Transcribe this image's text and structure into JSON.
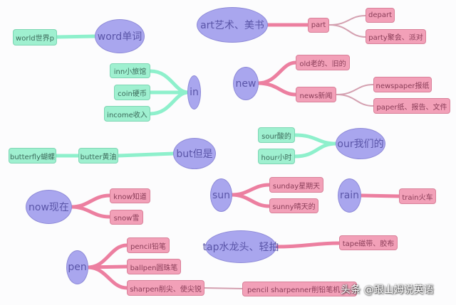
{
  "colors": {
    "topic": "#a9a6ee",
    "green_node": "#9ff0d0",
    "pink_node": "#f2a0b8",
    "green_link": "#8ef0cc",
    "pink_link": "#ec7fa0"
  },
  "topics": {
    "word": "word单词",
    "art": "art艺术、美书",
    "new": "new",
    "in": "in",
    "but": "but但是",
    "our": "our我们的",
    "now": "now现在",
    "sun": "sun",
    "rain": "rain",
    "tap": "tap水龙头、轻拍",
    "pen": "pen"
  },
  "nodes": {
    "world": "world世界p",
    "part": "part",
    "depart": "depart",
    "party": "party聚会、派对",
    "old": "old老的、旧的",
    "news": "news新闻",
    "newspaper": "newspaper报纸",
    "paper": "paper纸、报告、文件",
    "inn": "inn小旅馆",
    "coin": "coin硬币",
    "income": "income收入",
    "butterfly": "butterfly蝴蝶",
    "butter": "butter黄油",
    "sour": "sour酸的",
    "hour": "hour小时",
    "know": "know知道",
    "snow": "snow雪",
    "sunday": "sunday星期天",
    "sunny": "sunny晴天的",
    "train": "train火车",
    "tape": "tape磁带、胶布",
    "pencil": "pencil铅笔",
    "ballpen": "ballpen圆珠笔",
    "sharpen": "sharpen削尖、使尖锐",
    "sharpener": "pencil sharpenner削铅笔机（"
  },
  "watermark": "头条 @跟山姆说英语"
}
